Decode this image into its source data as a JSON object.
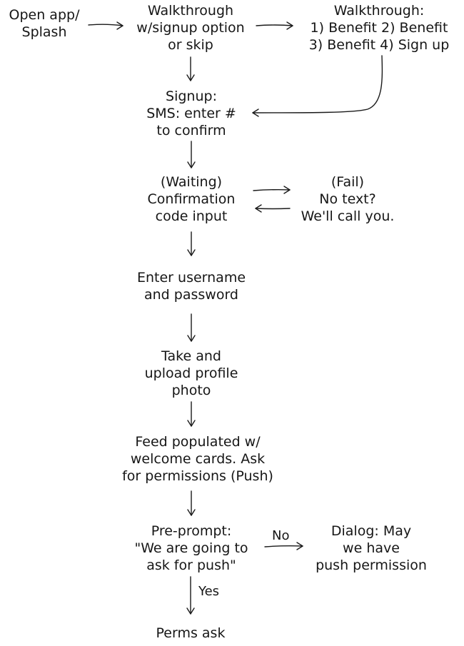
{
  "diagram": {
    "nodes": [
      {
        "id": "splash",
        "lines": [
          "Open app/",
          "Splash"
        ]
      },
      {
        "id": "walkthrough",
        "lines": [
          "Walkthrough",
          "w/signup option",
          "or skip"
        ]
      },
      {
        "id": "walkthrough-steps",
        "lines": [
          "Walkthrough:",
          "1) Benefit 2) Benefit",
          "3) Benefit 4) Sign up"
        ]
      },
      {
        "id": "signup",
        "lines": [
          "Signup:",
          "SMS: enter #",
          "to confirm"
        ]
      },
      {
        "id": "confirmation",
        "lines": [
          "(Waiting)",
          "Confirmation",
          "code input"
        ]
      },
      {
        "id": "fail",
        "lines": [
          "(Fail)",
          "No text?",
          "We'll call you."
        ]
      },
      {
        "id": "credentials",
        "lines": [
          "Enter username",
          "and password"
        ]
      },
      {
        "id": "photo",
        "lines": [
          "Take and",
          "upload profile",
          "photo"
        ]
      },
      {
        "id": "feed",
        "lines": [
          "Feed populated w/",
          "welcome cards. Ask",
          "for permissions (Push)"
        ]
      },
      {
        "id": "preprompt",
        "lines": [
          "Pre-prompt:",
          "\"We are going to",
          "ask for push\""
        ]
      },
      {
        "id": "dialog",
        "lines": [
          "Dialog: May",
          "we have",
          "push permission"
        ]
      },
      {
        "id": "perms-ask",
        "lines": [
          "Perms ask"
        ]
      }
    ],
    "edges": [
      {
        "from": "splash",
        "to": "walkthrough",
        "label": ""
      },
      {
        "from": "walkthrough",
        "to": "walkthrough-steps",
        "label": ""
      },
      {
        "from": "walkthrough",
        "to": "signup",
        "label": ""
      },
      {
        "from": "walkthrough-steps",
        "to": "signup",
        "label": ""
      },
      {
        "from": "signup",
        "to": "confirmation",
        "label": ""
      },
      {
        "from": "confirmation",
        "to": "fail",
        "label": ""
      },
      {
        "from": "fail",
        "to": "confirmation",
        "label": ""
      },
      {
        "from": "confirmation",
        "to": "credentials",
        "label": ""
      },
      {
        "from": "credentials",
        "to": "photo",
        "label": ""
      },
      {
        "from": "photo",
        "to": "feed",
        "label": ""
      },
      {
        "from": "feed",
        "to": "preprompt",
        "label": ""
      },
      {
        "from": "preprompt",
        "to": "dialog",
        "label": "No"
      },
      {
        "from": "preprompt",
        "to": "perms-ask",
        "label": "Yes"
      }
    ]
  }
}
